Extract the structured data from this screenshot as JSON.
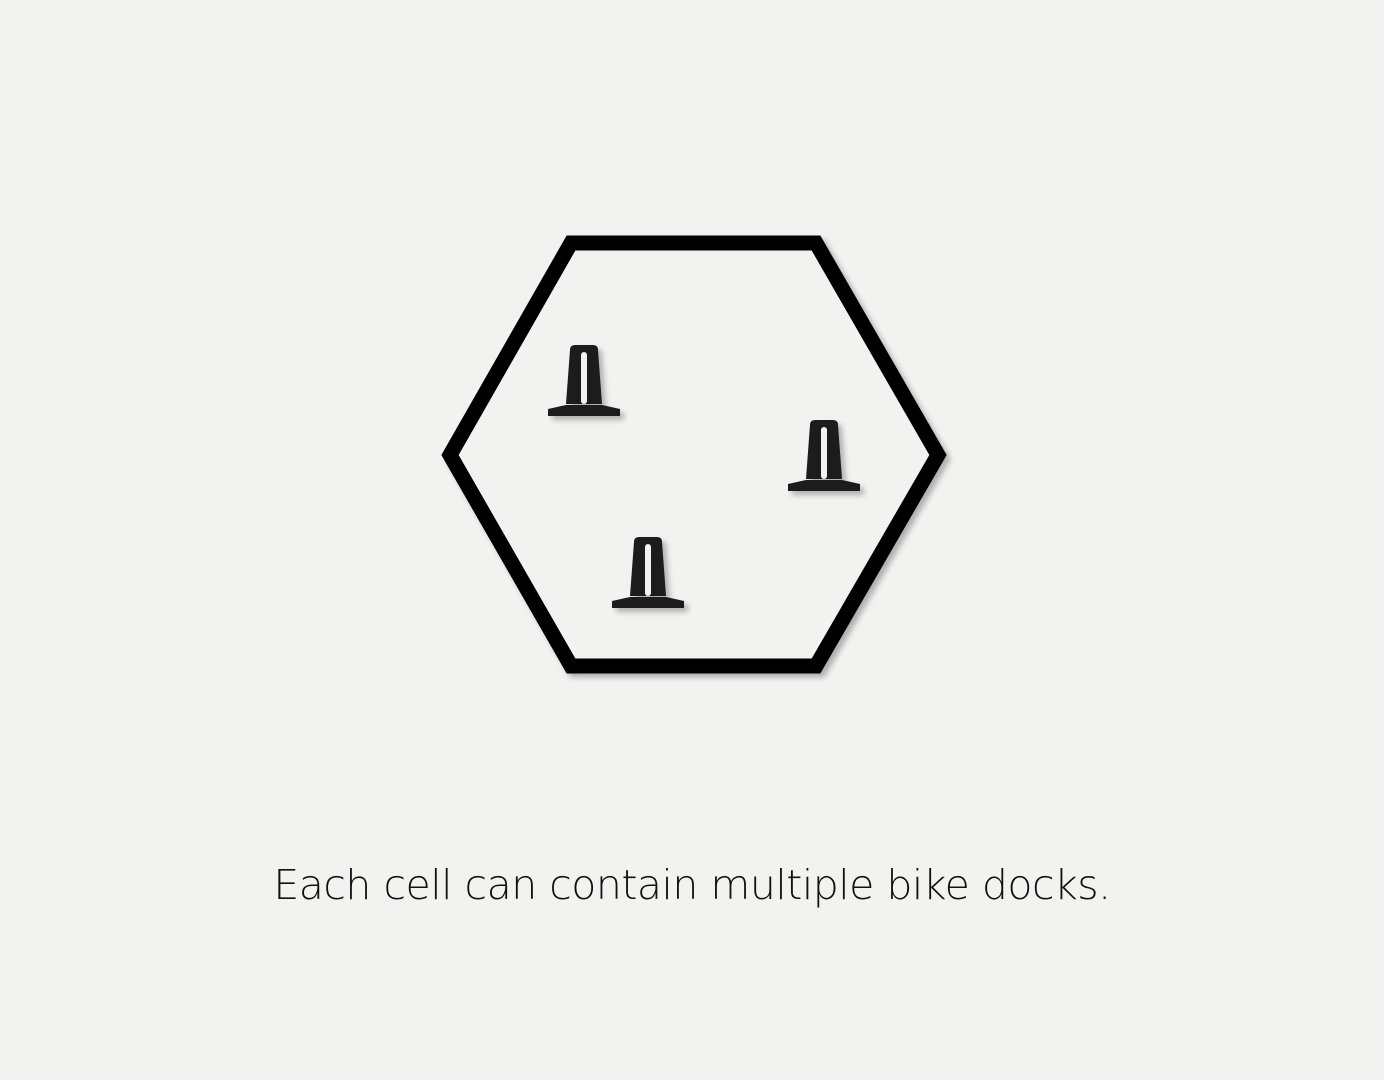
{
  "caption": "Each cell can contain multiple bike docks.",
  "cell": {
    "shape": "hexagon",
    "icon": "hexagon-cell-icon",
    "stroke_color": "#000000",
    "fill_color": "#f2f2f0"
  },
  "docks": {
    "icon": "bike-dock-icon",
    "count": 3,
    "color": "#1c1c1e"
  },
  "background_color": "#f2f2f0"
}
